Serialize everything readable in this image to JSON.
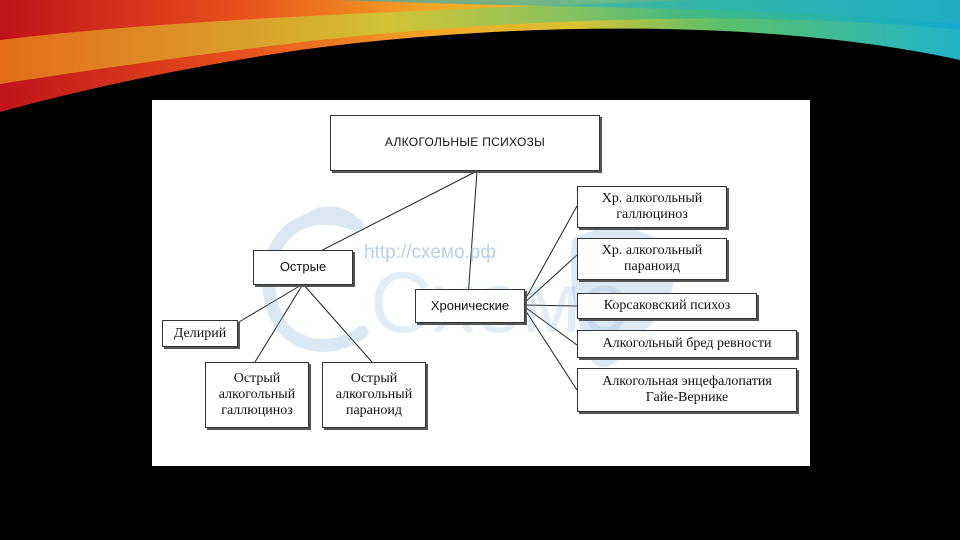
{
  "diagram": {
    "root": "АЛКОГОЛЬНЫЕ ПСИХОЗЫ",
    "acute": {
      "label": "Острые",
      "children": [
        "Делирий",
        "Острый\nалкогольный\nгаллюциноз",
        "Острый\nалкогольный\nпараноид"
      ]
    },
    "chronic": {
      "label": "Хронические",
      "children": [
        "Хр. алкогольный\nгаллюциноз",
        "Хр. алкогольный\nпараноид",
        "Корсаковский психоз",
        "Алкогольный бред ревности",
        "Алкогольная энцефалопатия\nГайе-Вернике"
      ]
    }
  },
  "watermark": {
    "url": "http://схемо.рф",
    "logo_text": "Схемо",
    "badge": "Ро",
    "color": "#7fb0da"
  }
}
